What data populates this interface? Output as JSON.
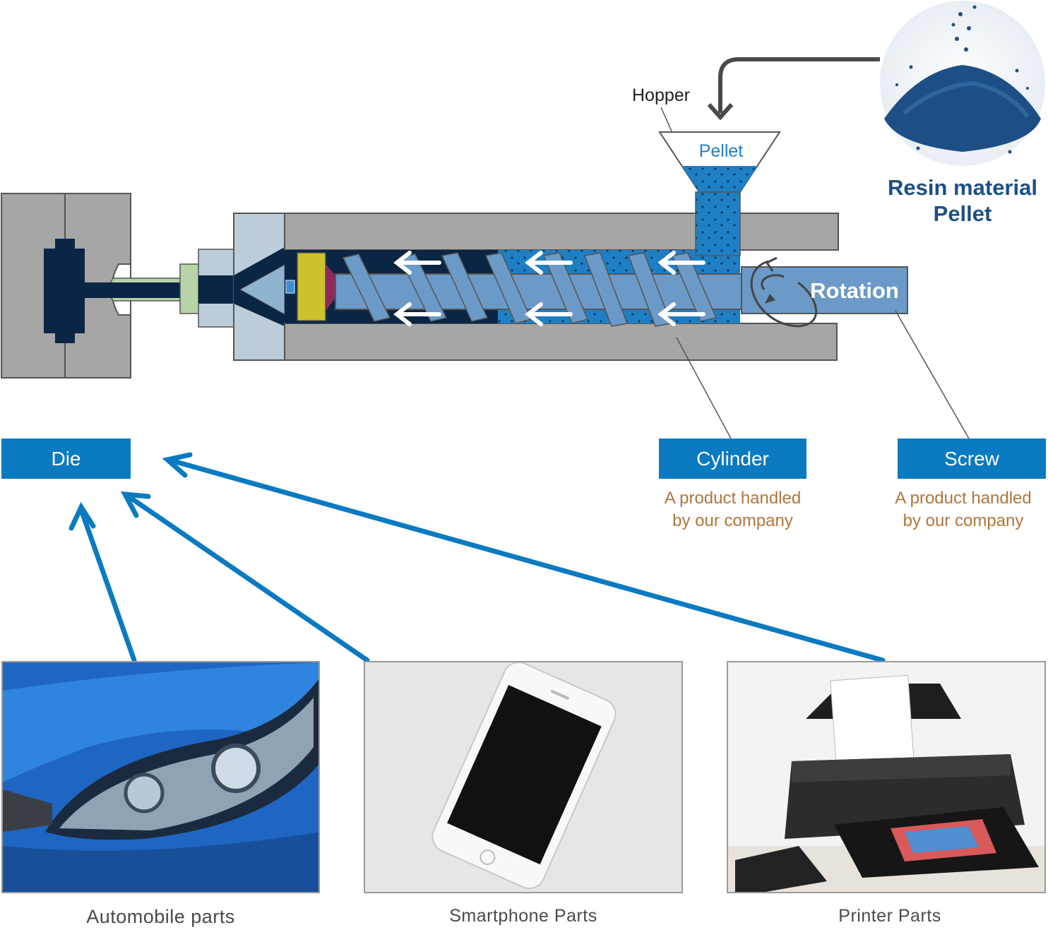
{
  "labels": {
    "hopper": "Hopper",
    "pellet": "Pellet",
    "rotation": "Rotation",
    "resin_line1": "Resin material",
    "resin_line2": "Pellet"
  },
  "boxes": {
    "die": "Die",
    "cylinder": "Cylinder",
    "screw": "Screw"
  },
  "notes": {
    "cylinder_line1": "A product handled",
    "cylinder_line2": "by our company",
    "screw_line1": "A product handled",
    "screw_line2": "by our company"
  },
  "captions": {
    "automobile": "Automobile parts",
    "smartphone": "Smartphone Parts",
    "printer": "Printer Parts"
  },
  "colors": {
    "accent_blue": "#0a7ac1",
    "navy": "#0b2545",
    "screw_blue": "#6b9ac8",
    "barrel_gray": "#a6a6a6",
    "note_brown": "#b0763a"
  }
}
